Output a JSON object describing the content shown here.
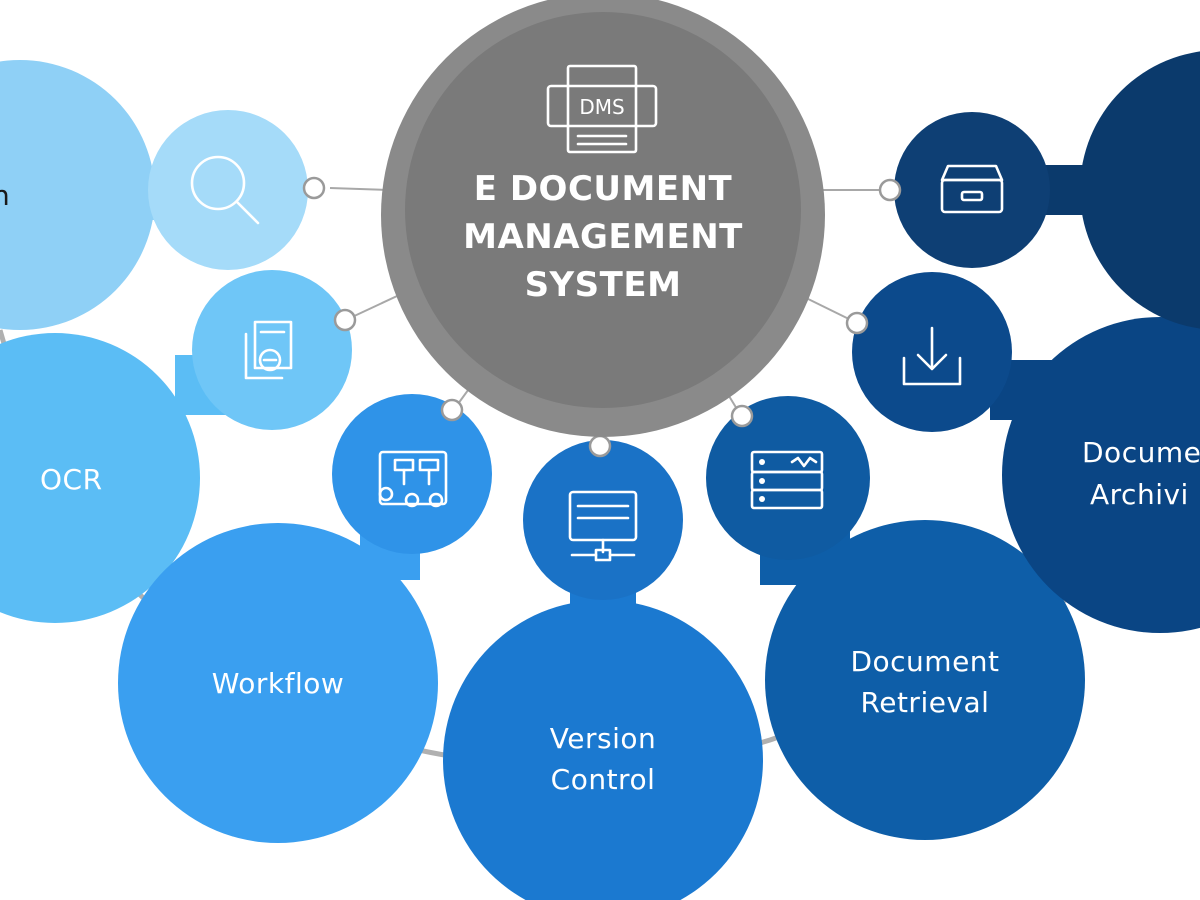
{
  "hub": {
    "badge_text": "DMS",
    "title_lines": [
      "E DOCUMENT",
      "MANAGEMENT",
      "SYSTEM"
    ],
    "color": "#8a8a8a",
    "inner_color": "#7a7a7a"
  },
  "partial_left_label": "h",
  "nodes": [
    {
      "id": "search",
      "label_lines": [],
      "icon": "search-icon",
      "color": "#8fd0f6",
      "icon_color": "#a5dbf9"
    },
    {
      "id": "ocr",
      "label_lines": [
        "OCR"
      ],
      "icon": "ocr-document-icon",
      "color": "#5bbdf5",
      "icon_color": "#6fc6f7"
    },
    {
      "id": "workflow",
      "label_lines": [
        "Workflow"
      ],
      "icon": "workflow-icon",
      "color": "#3a9ff0",
      "icon_color": "#2f93e8"
    },
    {
      "id": "version-control",
      "label_lines": [
        "Version",
        "Control"
      ],
      "icon": "server-icon",
      "color": "#1b79d0",
      "icon_color": "#1a72c6"
    },
    {
      "id": "document-retrieval",
      "label_lines": [
        "Document",
        "Retrieval"
      ],
      "icon": "database-icon",
      "color": "#0e5ea8",
      "icon_color": "#0f5ba2"
    },
    {
      "id": "document-archiving",
      "label_lines": [
        "Docume",
        "Archivi"
      ],
      "icon": "download-icon",
      "color": "#0a4584",
      "icon_color": "#0c4a8c"
    },
    {
      "id": "storage",
      "label_lines": [],
      "icon": "archive-drawer-icon",
      "color": "#0b3a6c",
      "icon_color": "#0e3f74"
    }
  ]
}
